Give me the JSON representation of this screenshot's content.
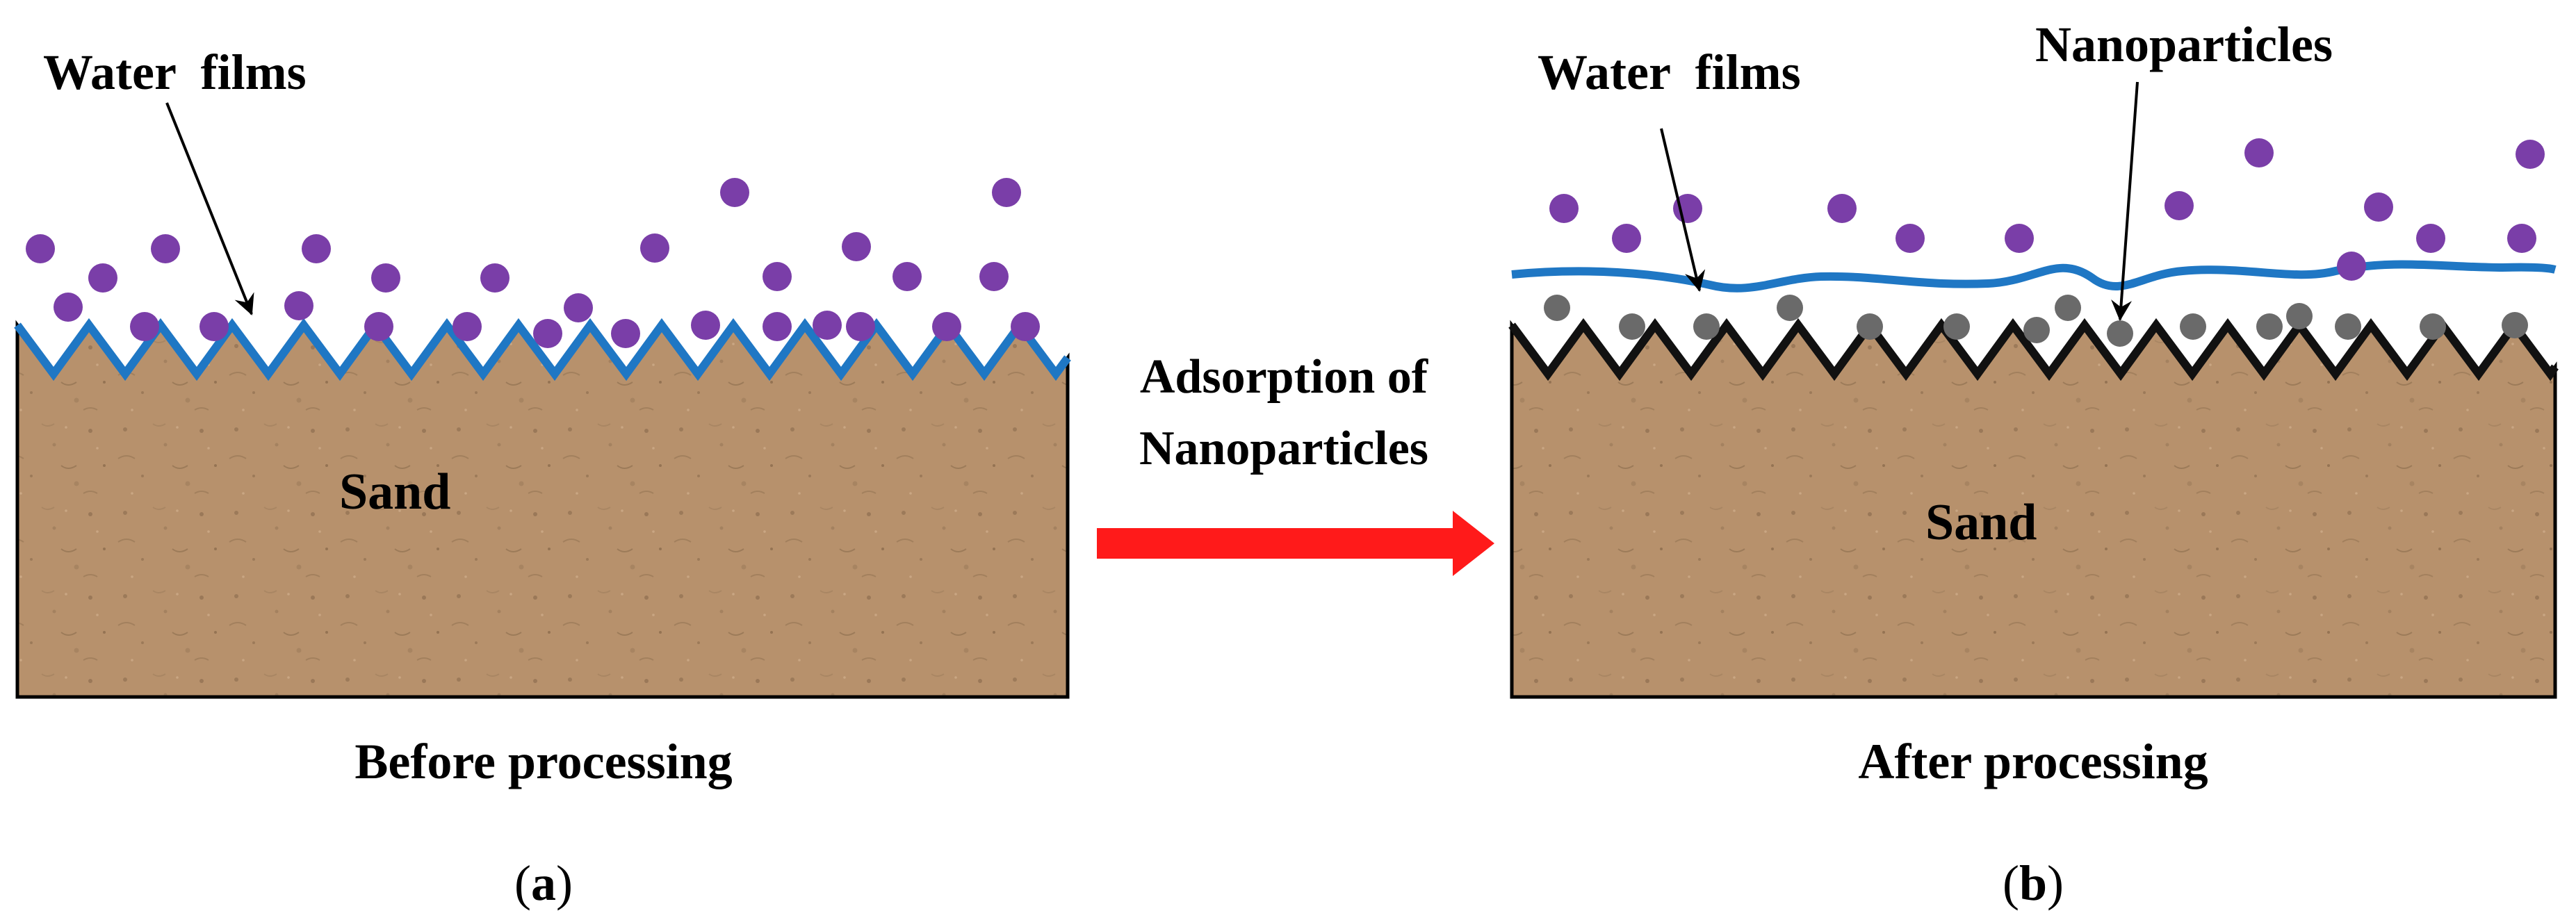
{
  "panel_a": {
    "water_label": "Water  films",
    "sand_label": "Sand",
    "caption": "Before processing",
    "letter": "a"
  },
  "panel_b": {
    "water_label": "Water  films",
    "nano_label": "Nanoparticles",
    "sand_label": "Sand",
    "caption": "After processing",
    "letter": "b"
  },
  "arrow": {
    "line1": "Adsorption of",
    "line2": "Nanoparticles"
  },
  "colors": {
    "sand": "#b7916c",
    "sand_speck": "#8a6a4c",
    "water_film": "#1f77c4",
    "molecule": "#7a3ea8",
    "nanoparticle": "#6a6a6a",
    "surface_after": "#111111",
    "arrow": "#ff1a1a"
  }
}
